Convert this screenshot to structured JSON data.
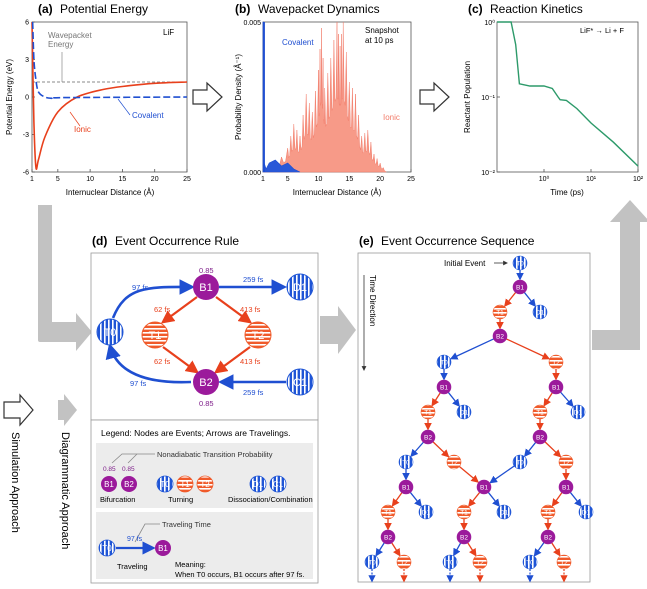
{
  "panel_a": {
    "title_letter": "(a)",
    "title": "Potential Energy",
    "ylabel": "Potential Energy (eV)",
    "xlabel": "Internuclear Distance (Å)",
    "species": "LiF",
    "wavepacket_label": "Wavepacket\nEnergy",
    "covalent_label": "Covalent",
    "ionic_label": "Ionic",
    "xticks": [
      "1",
      "5",
      "10",
      "15",
      "20",
      "25"
    ],
    "yticks": [
      "6",
      "3",
      "0",
      "-3",
      "-6"
    ]
  },
  "panel_b": {
    "title_letter": "(b)",
    "title": "Wavepacket Dynamics",
    "ylabel": "Probability Density (Å⁻¹)",
    "xlabel": "Internuclear Distance (Å)",
    "snapshot": "Snapshot",
    "snapshot_time": "at 10 ps",
    "covalent_label": "Covalent",
    "ionic_label": "Ionic",
    "xticks": [
      "1",
      "5",
      "10",
      "15",
      "20",
      "25"
    ],
    "yticks": [
      "0.005",
      "0.000"
    ]
  },
  "panel_c": {
    "title_letter": "(c)",
    "title": "Reaction Kinetics",
    "ylabel": "Reactant Population",
    "xlabel": "Time (ps)",
    "reaction": "LiF* → Li + F",
    "xticks": [
      "10⁰",
      "10¹",
      "10²"
    ],
    "yticks": [
      "10⁰",
      "10⁻¹",
      "10⁻²"
    ]
  },
  "panel_d": {
    "title_letter": "(d)",
    "title": "Event Occurrence Rule",
    "nodes": {
      "T0": "T0",
      "B1": "B1",
      "B2": "B2",
      "T1": "T1",
      "T2": "T2",
      "D1": "D1",
      "C1": "C1"
    },
    "prob_b1": "0.85",
    "prob_b2": "0.85",
    "times": {
      "t0b1": "97 fs",
      "b2t0": "97 fs",
      "b1d1": "259 fs",
      "c1b2": "259 fs",
      "b1t1": "62 fs",
      "t1b2": "62 fs",
      "b1t2": "413 fs",
      "t2b2": "413 fs"
    }
  },
  "legend": {
    "heading": "Legend: Nodes are Events; Arrows are Travelings.",
    "nonadiabatic": "Nonadiabatic Transition Probability",
    "prob1": "0.85",
    "prob2": "0.85",
    "bifurcation": "Bifurcation",
    "turning": "Turning",
    "dissociation": "Dissociation/Combination",
    "traveling_time": "Traveling Time",
    "time_value": "97 fs",
    "traveling": "Traveling",
    "meaning_title": "Meaning:",
    "meaning_text": "When T0 occurs, B1 occurs after 97 fs."
  },
  "panel_e": {
    "title_letter": "(e)",
    "title": "Event Occurrence Sequence",
    "initial_event": "Initial Event",
    "time_direction": "Time Direction"
  },
  "side": {
    "simulation": "Simulation Approach",
    "diagrammatic": "Diagrammatic Approach"
  },
  "chart_data": [
    {
      "type": "line",
      "title": "Potential Energy",
      "xlabel": "Internuclear Distance (Å)",
      "ylabel": "Potential Energy (eV)",
      "xlim": [
        1,
        25
      ],
      "ylim": [
        -6,
        6
      ],
      "series": [
        {
          "name": "Covalent",
          "x": [
            1.1,
            1.3,
            1.6,
            2,
            3,
            4,
            6,
            25
          ],
          "y": [
            6,
            3,
            1.4,
            0.4,
            0,
            -0.1,
            -0.05,
            0
          ]
        },
        {
          "name": "Ionic",
          "x": [
            1.0,
            1.3,
            1.6,
            2,
            3,
            5,
            8,
            12,
            16,
            20,
            25
          ],
          "y": [
            6,
            -2,
            -5.6,
            -5,
            -3.2,
            -1.2,
            0,
            0.6,
            0.9,
            1.1,
            1.2
          ]
        },
        {
          "name": "Wavepacket Energy",
          "x": [
            1,
            25
          ],
          "y": [
            1.2,
            1.2
          ]
        }
      ]
    },
    {
      "type": "area",
      "title": "Wavepacket Dynamics",
      "xlabel": "Internuclear Distance (Å)",
      "ylabel": "Probability Density (Å⁻¹)",
      "xlim": [
        1,
        25
      ],
      "ylim": [
        0,
        0.005
      ],
      "series": [
        {
          "name": "Ionic",
          "x": [
            1,
            3,
            5,
            6,
            7,
            8,
            9,
            10,
            10.5,
            11,
            12,
            13,
            13.5,
            14,
            15,
            16,
            17,
            18,
            19,
            20,
            21
          ],
          "y": [
            0,
            0.0002,
            0.0008,
            0.0016,
            0.0012,
            0.0026,
            0.002,
            0.0034,
            0.0048,
            0.0028,
            0.0038,
            0.005,
            0.0042,
            0.005,
            0.003,
            0.0026,
            0.0012,
            0.0014,
            0.0006,
            0.0003,
            0
          ]
        },
        {
          "name": "Covalent",
          "x": [
            1,
            1.1,
            1.2,
            1.5,
            2,
            3,
            4,
            5,
            6,
            7
          ],
          "y": [
            0.005,
            0.005,
            0.0003,
            0.0001,
            0.0003,
            0.0004,
            0.0002,
            0.0003,
            0.0001,
            0
          ]
        }
      ]
    },
    {
      "type": "line",
      "title": "Reaction Kinetics",
      "xlabel": "Time (ps)",
      "ylabel": "Reactant Population",
      "log_x": true,
      "log_y": true,
      "xlim": [
        0.1,
        100
      ],
      "ylim": [
        0.01,
        1
      ],
      "series": [
        {
          "name": "LiF* → Li + F",
          "x": [
            0.1,
            0.2,
            0.25,
            0.3,
            0.5,
            1,
            1.5,
            2,
            2.2,
            3,
            5,
            10,
            30,
            100
          ],
          "y": [
            1,
            1,
            0.5,
            0.15,
            0.14,
            0.14,
            0.13,
            0.1,
            0.092,
            0.09,
            0.07,
            0.045,
            0.025,
            0.012
          ]
        }
      ]
    }
  ]
}
